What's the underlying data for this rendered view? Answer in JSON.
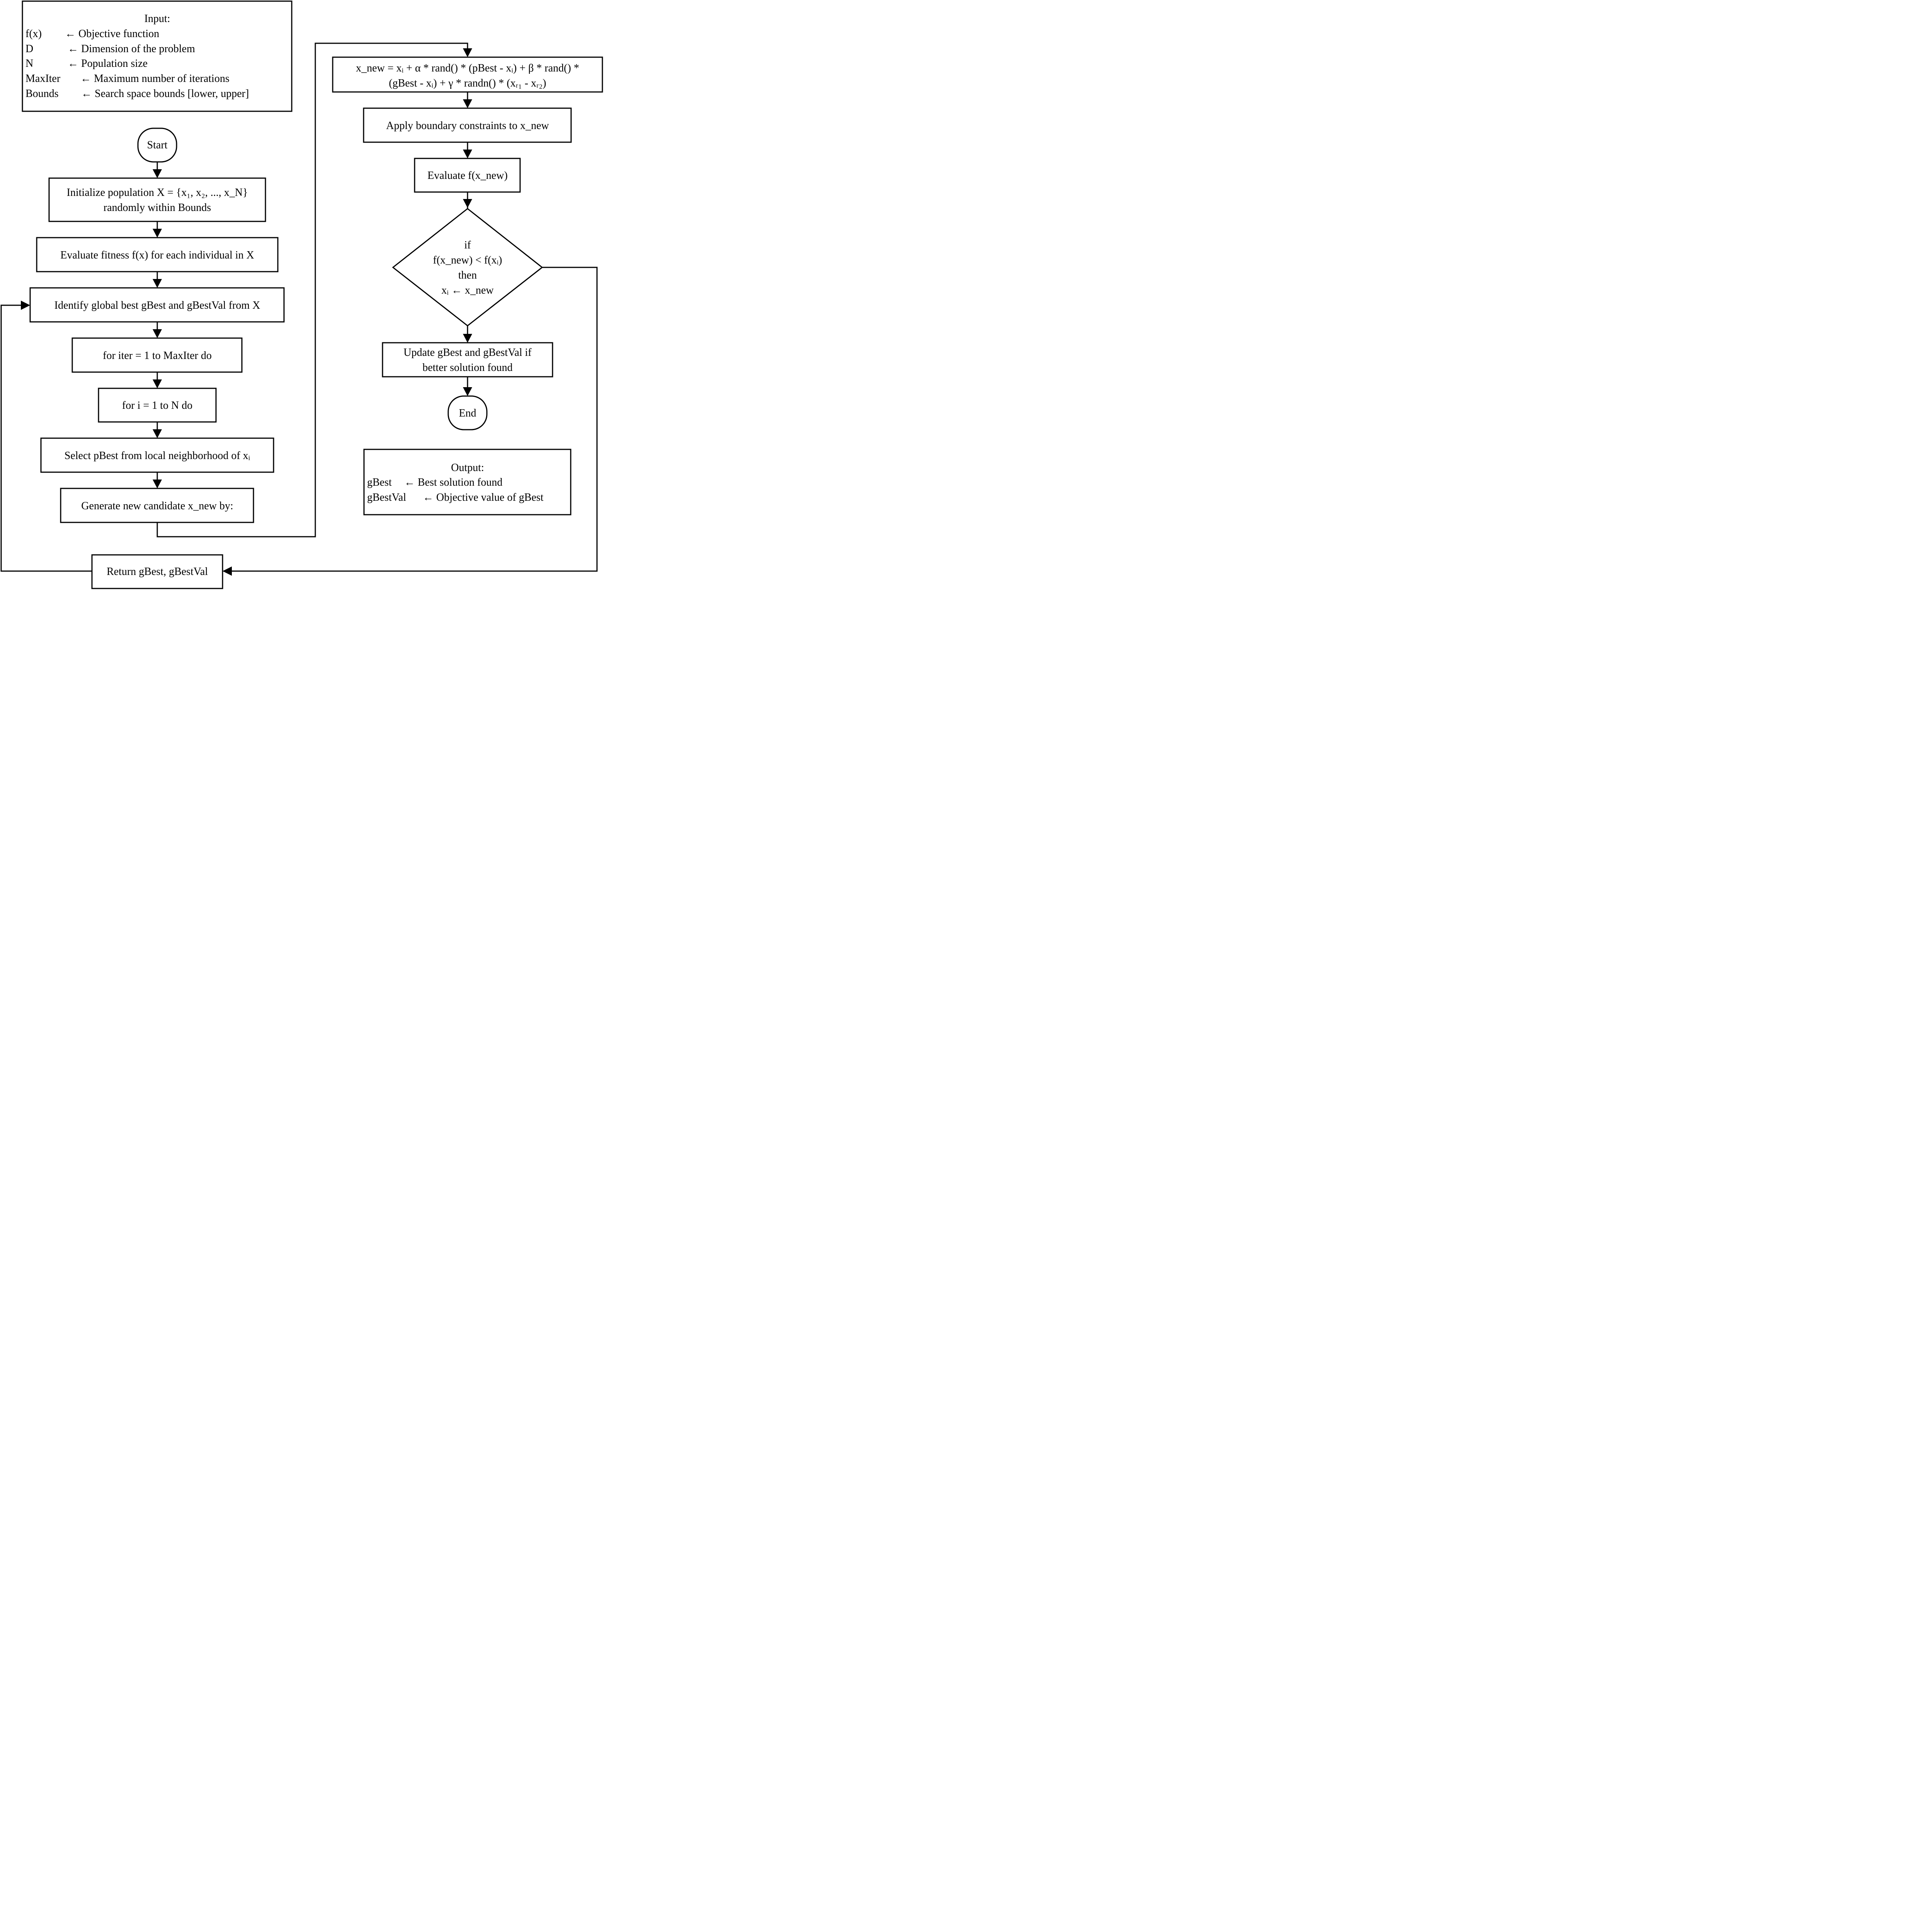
{
  "input": {
    "title": "Input:",
    "rows": [
      {
        "sym": "f(x)",
        "desc": "← Objective function"
      },
      {
        "sym": "D",
        "desc": "← Dimension of the problem"
      },
      {
        "sym": "N",
        "desc": "← Population size"
      },
      {
        "sym": "MaxIter",
        "desc": "← Maximum number of iterations"
      },
      {
        "sym": "Bounds",
        "desc": "← Search space bounds [lower, upper]"
      }
    ]
  },
  "output": {
    "title": "Output:",
    "rows": [
      {
        "sym": "gBest",
        "desc": "← Best solution found"
      },
      {
        "sym": "gBestVal",
        "desc": "← Objective value of gBest"
      }
    ]
  },
  "nodes": {
    "start": "Start",
    "init_line1": "Initialize population X = {x₁, x₂, ..., x_N}",
    "init_line2": "randomly within Bounds",
    "evaluate_fitness": "Evaluate fitness f(x) for each individual in X",
    "identify_global_best": "Identify global best gBest and gBestVal from X",
    "outer_loop": "for iter = 1 to MaxIter do",
    "inner_loop": "for i = 1 to N do",
    "select_pbest": "Select pBest from local neighborhood of xᵢ",
    "generate_candidate": "Generate new candidate x_new by:",
    "update_rule_line1": "x_new = xᵢ + α * rand() * (pBest - xᵢ) + β * rand() *",
    "update_rule_line2": "(gBest - xᵢ) + γ * randn() * (xᵣ₁ - xᵣ₂)",
    "apply_boundary": "Apply boundary constraints to x_new",
    "evaluate_new": "Evaluate f(x_new)",
    "decision_line1": "if",
    "decision_line2": "f(x_new) < f(xᵢ)",
    "decision_line3": "then",
    "decision_line4": "xᵢ ← x_new",
    "update_gbest_line1": "Update gBest and gBestVal if",
    "update_gbest_line2": "better solution found",
    "end": "End",
    "return": "Return gBest, gBestVal"
  }
}
